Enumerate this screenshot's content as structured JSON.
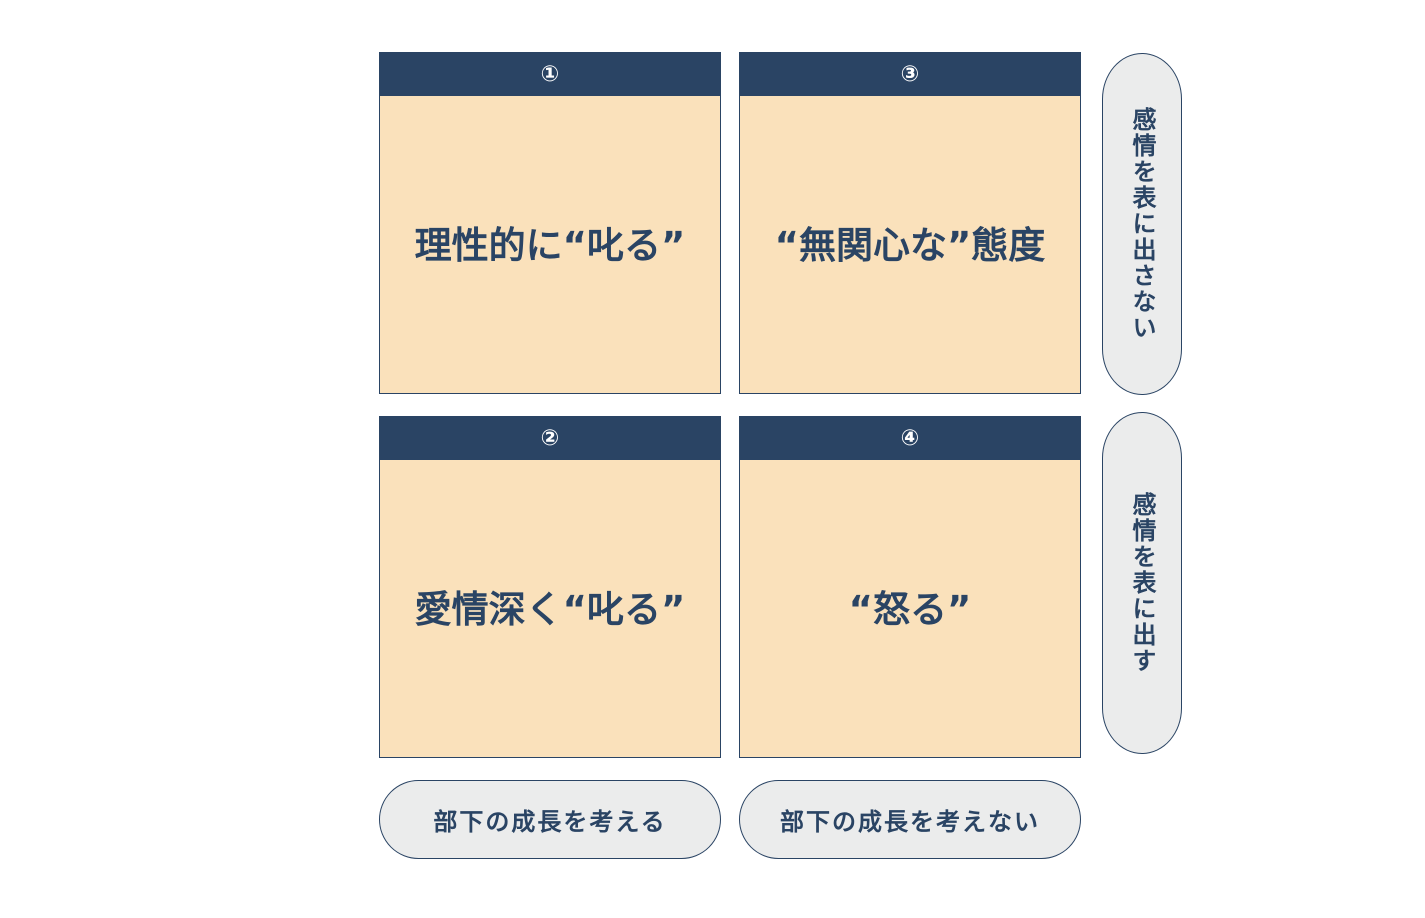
{
  "diagram": {
    "quadrants": [
      {
        "id": "q1",
        "number": "①",
        "label": "理性的に“叱る”"
      },
      {
        "id": "q2",
        "number": "②",
        "label": "愛情深く“叱る”"
      },
      {
        "id": "q3",
        "number": "③",
        "label": "“無関心な”態度"
      },
      {
        "id": "q4",
        "number": "④",
        "label": "“怒る”"
      }
    ],
    "row_axis": {
      "top": "感情を表に出さない",
      "bottom": "感情を表に出す"
    },
    "column_axis": {
      "left": "部下の成長を考える",
      "right": "部下の成長を考えない"
    },
    "colors": {
      "header": "#2a4464",
      "quadrant_fill": "#fae1bb",
      "pill_fill": "#ebecec",
      "text": "#2a4464"
    }
  }
}
